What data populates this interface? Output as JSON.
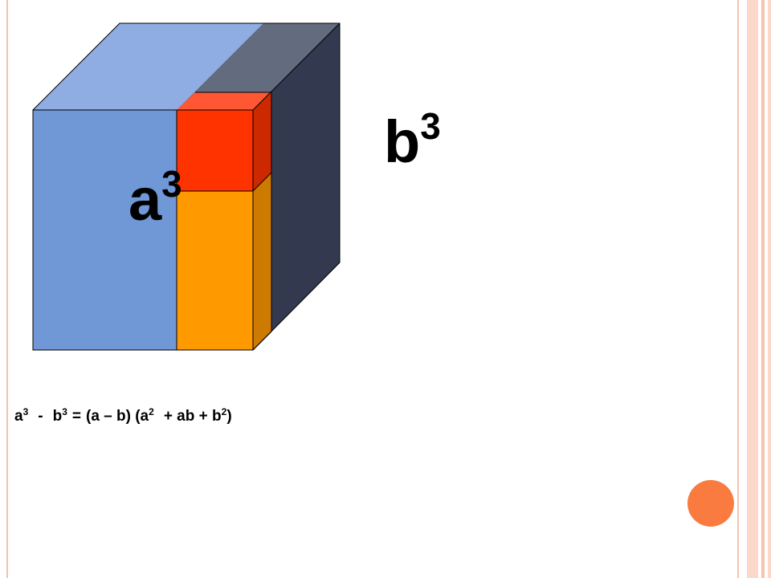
{
  "colors": {
    "frame_left": "#f6c3ad",
    "frame_right": "#f8c0a8",
    "cube_front": "#7097d6",
    "cube_top": "#8fadE3",
    "cube_side_dark": "#333a50",
    "cube_top_dark": "#636b7f",
    "small_cube_front": "#ff3300",
    "small_cube_top": "#ff5733",
    "small_cube_side": "#cc2900",
    "slab_front": "#ff9900",
    "slab_side": "#cc7a00",
    "accent_dot": "#f97b3f"
  },
  "labels": {
    "a": "a",
    "a_exp": "3",
    "b": "b",
    "b_exp": "3"
  },
  "formula": {
    "t1": "a",
    "t1_exp": "3",
    "minus": "-",
    "t2": "b",
    "t2_exp": "3",
    "eq": "=",
    "p1": "(a – b) (a",
    "p1_exp": "2",
    "p2": "+ ab + b",
    "p2_exp": "2",
    "close": ")"
  }
}
